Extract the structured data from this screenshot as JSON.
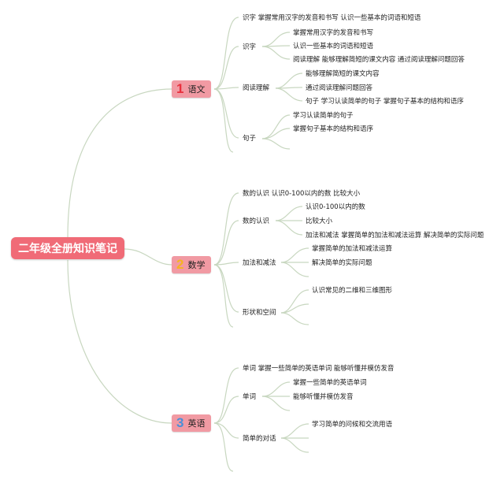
{
  "root": {
    "label": "二年级全册知识笔记"
  },
  "subjects": [
    {
      "number": "1",
      "number_color": "#e8303d",
      "label": "语文",
      "summary": "识字 掌握常用汉字的发音和书写 认识一些基本的词语和短语",
      "topics": [
        {
          "label": "识字",
          "items": [
            "掌握常用汉字的发音和书写",
            "认识一些基本的词语和短语",
            "阅读理解 能够理解简短的课文内容 通过阅读理解问题回答"
          ]
        },
        {
          "label": "阅读理解",
          "items": [
            "能够理解简短的课文内容",
            "通过阅读理解问题回答",
            "句子 学习认读简单的句子 掌握句子基本的结构和语序"
          ]
        },
        {
          "label": "句子",
          "items": [
            "学习认读简单的句子",
            "掌握句子基本的结构和语序"
          ]
        }
      ]
    },
    {
      "number": "2",
      "number_color": "#f5b321",
      "label": "数学",
      "summary": "数的认识 认识0-100以内的数 比较大小",
      "topics": [
        {
          "label": "数的认识",
          "items": [
            "认识0-100以内的数",
            "比较大小",
            "加法和减法 掌握简单的加法和减法运算 解决简单的实际问题"
          ]
        },
        {
          "label": "加法和减法",
          "items": [
            "掌握简单的加法和减法运算",
            "解决简单的实际问题"
          ]
        },
        {
          "label": "形状和空间",
          "items": [
            "认识常见的二维和三维图形"
          ]
        }
      ]
    },
    {
      "number": "3",
      "number_color": "#4a8fd8",
      "label": "英语",
      "summary": "单词 掌握一些简单的英语单词 能够听懂并模仿发音",
      "topics": [
        {
          "label": "单词",
          "items": [
            "掌握一些简单的英语单词",
            "能够听懂并模仿发音"
          ]
        },
        {
          "label": "简单的对话",
          "items": [
            "学习简单的问候和交流用语"
          ]
        }
      ]
    }
  ]
}
